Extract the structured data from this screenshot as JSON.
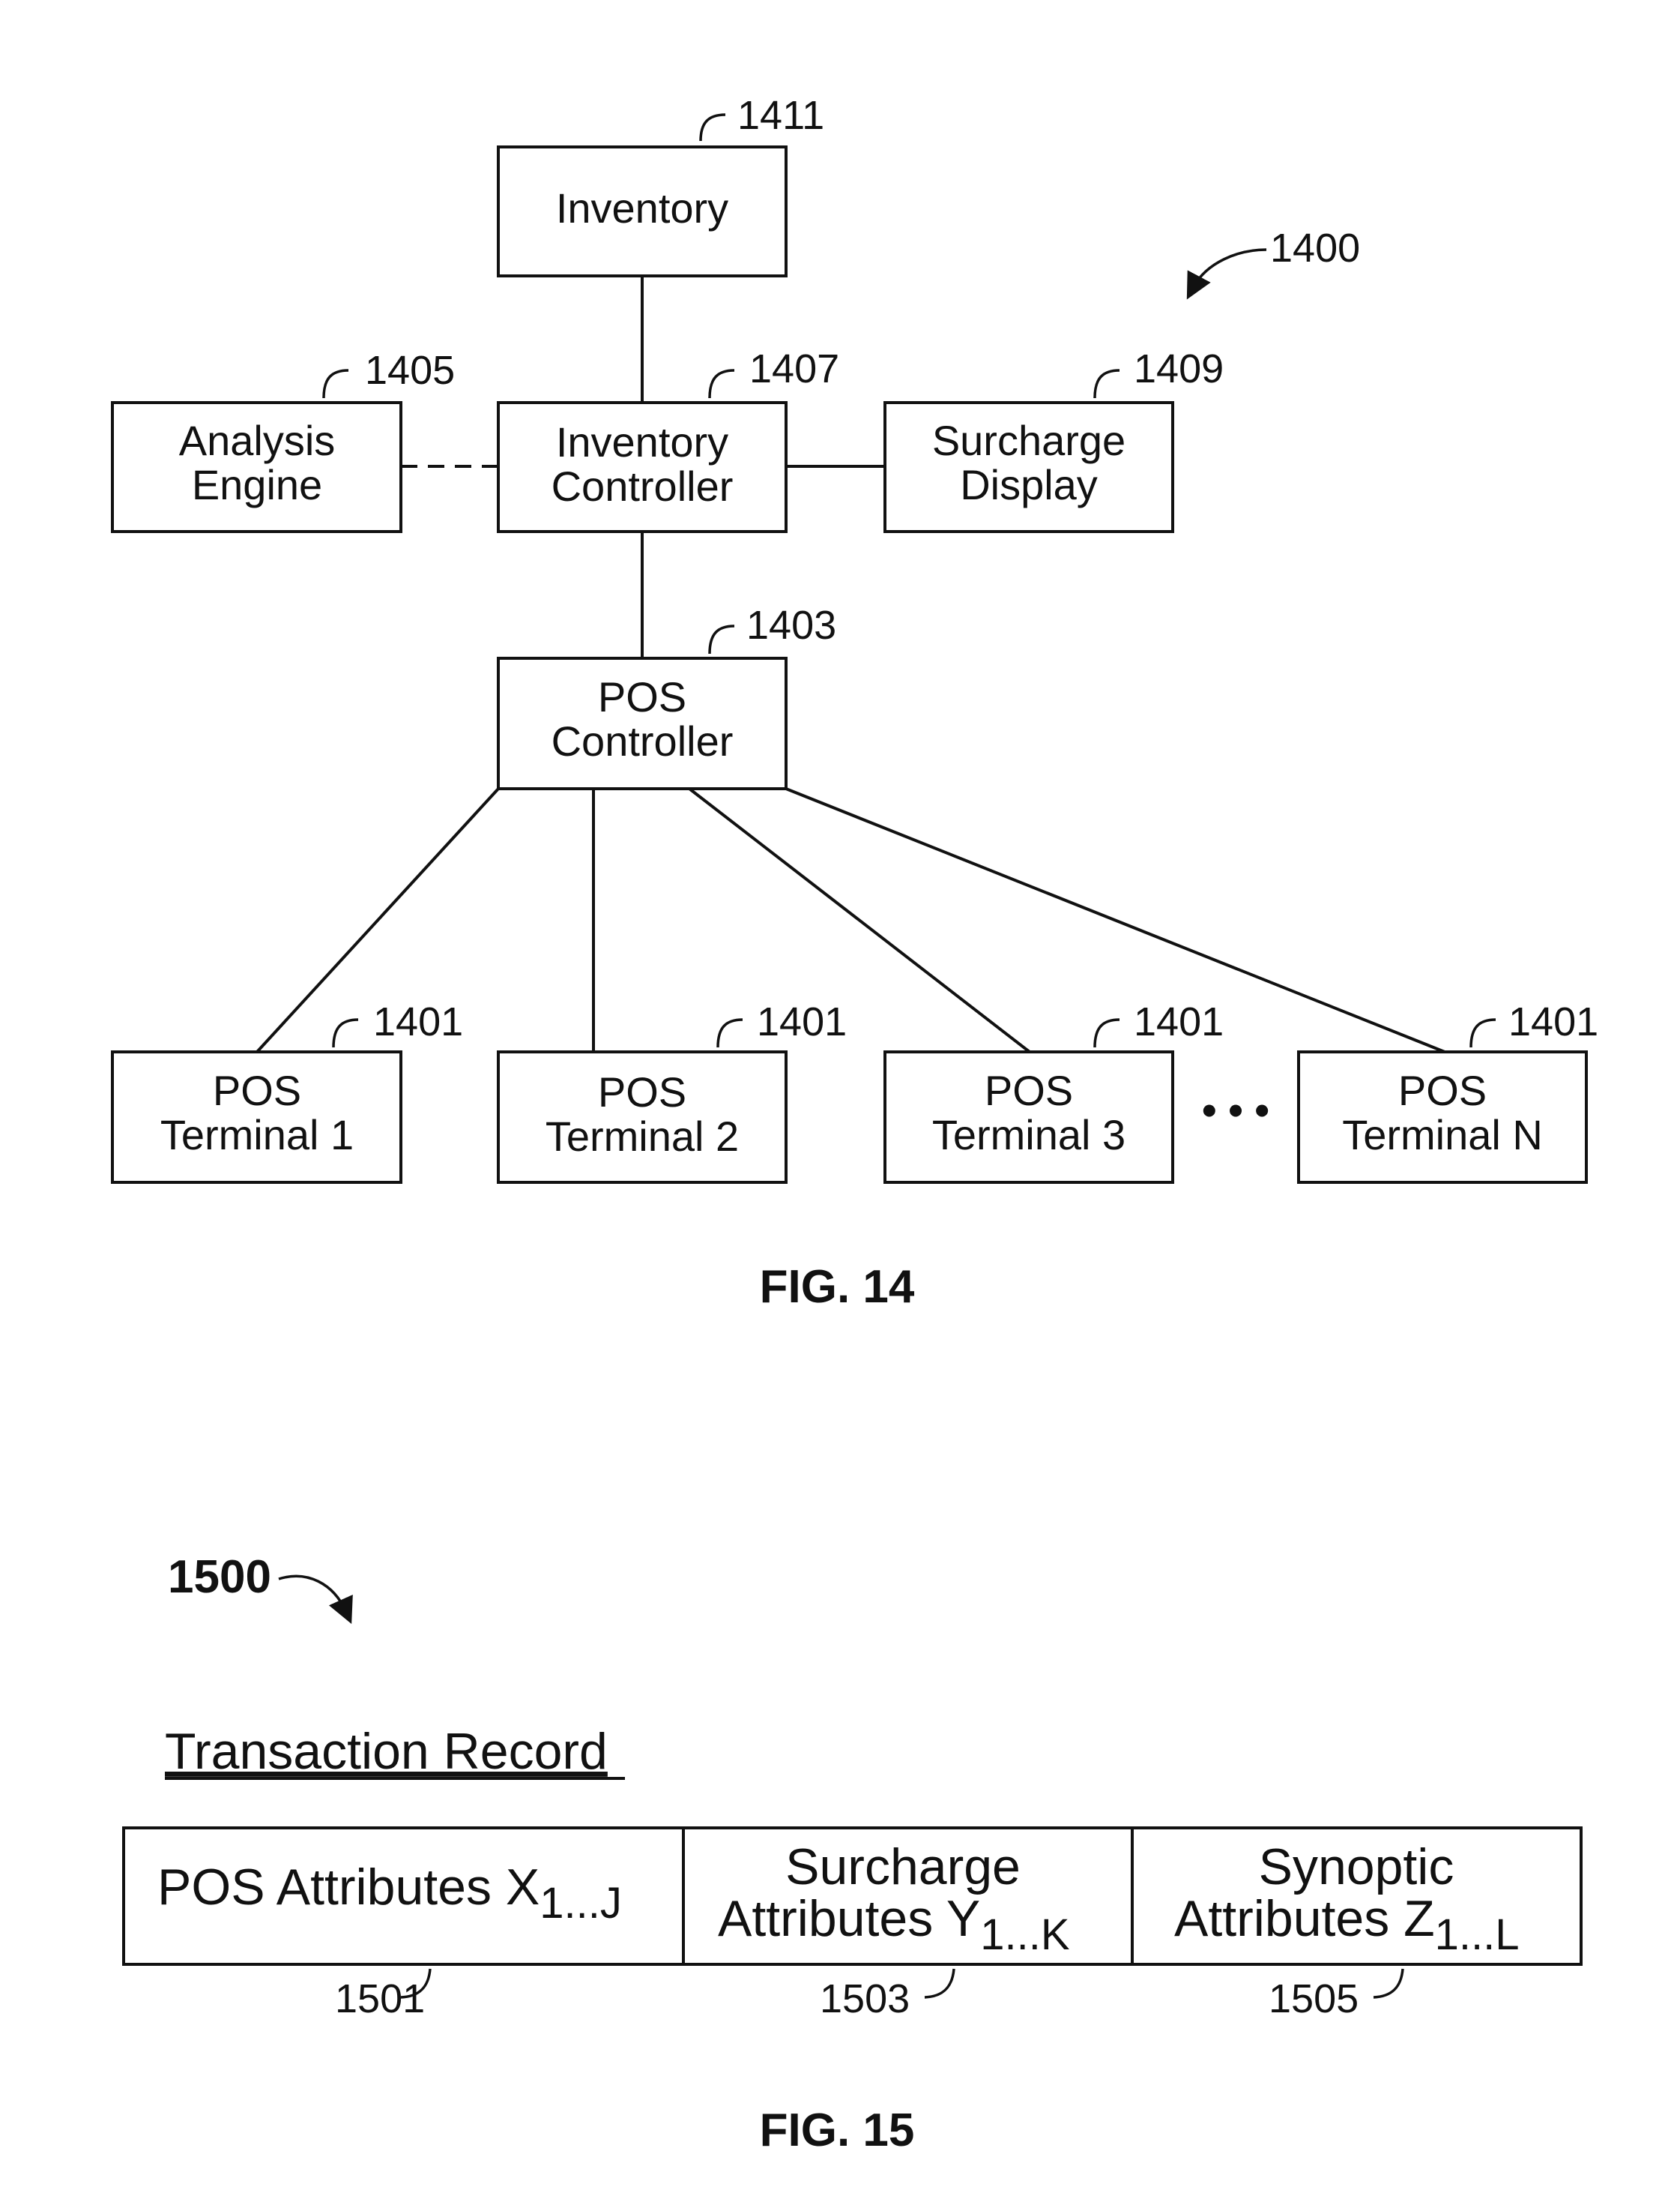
{
  "fig14": {
    "caption": "FIG. 14",
    "system_ref": "1400",
    "inventory": {
      "label": "Inventory",
      "ref": "1411"
    },
    "analysis_engine": {
      "line1": "Analysis",
      "line2": "Engine",
      "ref": "1405"
    },
    "inventory_controller": {
      "line1": "Inventory",
      "line2": "Controller",
      "ref": "1407"
    },
    "surcharge_display": {
      "line1": "Surcharge",
      "line2": "Display",
      "ref": "1409"
    },
    "pos_controller": {
      "line1": "POS",
      "line2": "Controller",
      "ref": "1403"
    },
    "terminals": [
      {
        "line1": "POS",
        "line2": "Terminal 1",
        "ref": "1401"
      },
      {
        "line1": "POS",
        "line2": "Terminal 2",
        "ref": "1401"
      },
      {
        "line1": "POS",
        "line2": "Terminal 3",
        "ref": "1401"
      },
      {
        "line1": "POS",
        "line2": "Terminal N",
        "ref": "1401"
      }
    ],
    "ellipsis": "• • •"
  },
  "fig15": {
    "caption": "FIG. 15",
    "record_ref": "1500",
    "title": "Transaction Record",
    "cells": [
      {
        "line1": "",
        "main": "POS Attributes X",
        "subscript": "1...J",
        "ref": "1501"
      },
      {
        "line1": "Surcharge",
        "main": "Attributes Y",
        "subscript": "1...K",
        "ref": "1503"
      },
      {
        "line1": "Synoptic",
        "main": "Attributes Z",
        "subscript": "1...L",
        "ref": "1505"
      }
    ]
  }
}
